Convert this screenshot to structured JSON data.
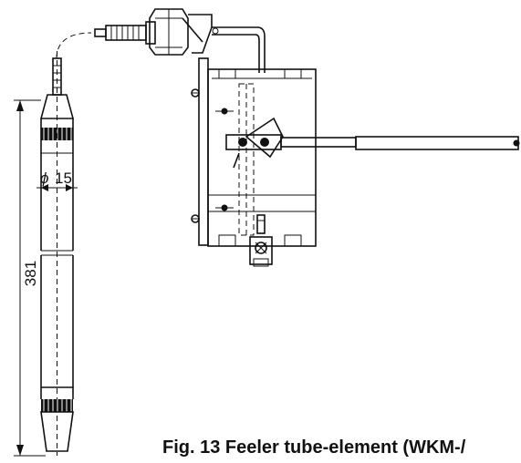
{
  "figure": {
    "caption": "Fig. 13   Feeler tube-element (WKM-/",
    "dimensions": {
      "length": "381",
      "diameter_symbol": "ϕ",
      "diameter": "15"
    }
  }
}
